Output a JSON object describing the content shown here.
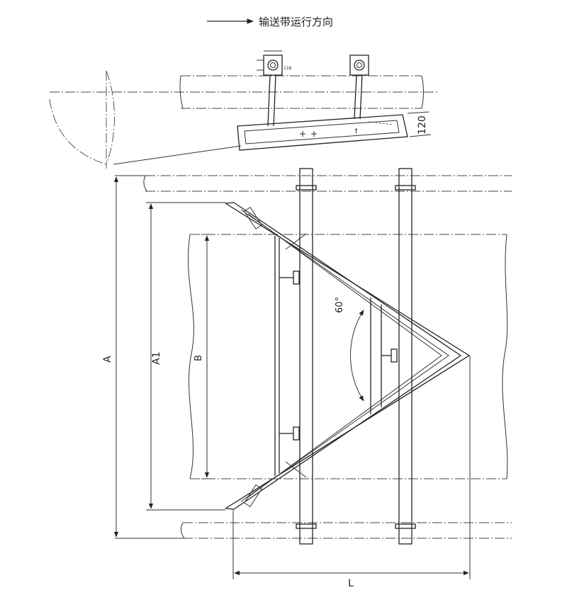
{
  "direction_label": "输送带运行方向",
  "dimensions": {
    "A": "A",
    "A1": "A1",
    "B": "B",
    "L": "L",
    "width_120": "120",
    "angle": "60°",
    "small_116": "116"
  }
}
